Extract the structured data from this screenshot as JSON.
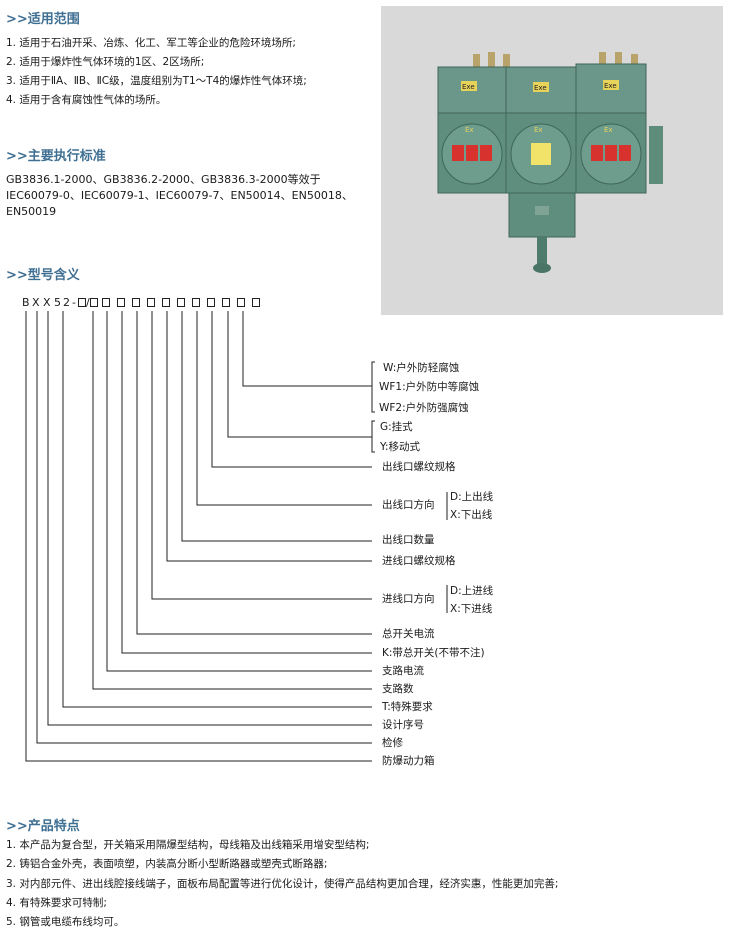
{
  "sections": {
    "scope": {
      "heading": ">>适用范围",
      "items": [
        "1. 适用于石油开采、冶炼、化工、军工等企业的危险环境场所;",
        "2. 适用于爆炸性气体环境的1区、2区场所;",
        "3. 适用于ⅡA、ⅡB、ⅡC级，温度组别为T1～T4的爆炸性气体环境;",
        "4. 适用于含有腐蚀性气体的场所。"
      ]
    },
    "standards": {
      "heading": ">>主要执行标准",
      "text": "GB3836.1-2000、GB3836.2-2000、GB3836.3-2000等效于IEC60079-0、IEC60079-1、IEC60079-7、EN50014、EN50018、EN50019"
    },
    "model": {
      "heading": ">>型号含义",
      "code_chars": [
        "B",
        "X",
        "X",
        "5",
        "2",
        "-"
      ],
      "slash": "/",
      "labels": {
        "w": "W:户外防轻腐蚀",
        "wf1": "WF1:户外防中等腐蚀",
        "wf2": "WF2:户外防强腐蚀",
        "g": "G:挂式",
        "y": "Y:移动式",
        "out_thread": "出线口螺纹规格",
        "out_dir": "出线口方向",
        "out_dir_d": "D:上出线",
        "out_dir_x": "X:下出线",
        "out_count": "出线口数量",
        "in_thread": "进线口螺纹规格",
        "in_dir": "进线口方向",
        "in_dir_d": "D:上进线",
        "in_dir_x": "X:下进线",
        "main_current": "总开关电流",
        "k": "K:带总开关(不带不注)",
        "branch_current": "支路电流",
        "branch_count": "支路数",
        "t": "T:特殊要求",
        "design_no": "设计序号",
        "service": "检修",
        "box": "防爆动力箱"
      }
    },
    "features": {
      "heading": ">>产品特点",
      "items": [
        "1. 本产品为复合型，开关箱采用隔爆型结构，母线箱及出线箱采用增安型结构;",
        "2. 铸铝合金外壳，表面喷塑，内装高分断小型断路器或塑壳式断路器;",
        "3. 对内部元件、进出线腔接线端子，面板布局配置等进行优化设计，使得产品结构更加合理，经济实惠，性能更加完善;",
        "4. 有特殊要求可特制;",
        "5. 钢管或电缆布线均可。"
      ]
    }
  },
  "photo": {
    "marking": "Exe",
    "ex_label": "Ex"
  }
}
